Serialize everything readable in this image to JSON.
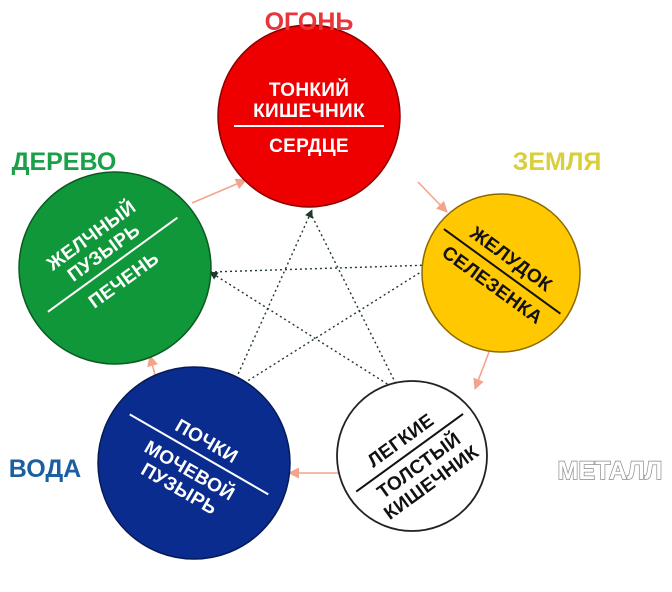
{
  "elements": {
    "fire": {
      "label": "ОГОНЬ",
      "organs_top": [
        "ТОНКИЙ",
        "КИШЕЧНИК"
      ],
      "organs_bottom": [
        "СЕРДЦЕ"
      ],
      "color": "#ee0000",
      "label_color": "#e8343a"
    },
    "earth": {
      "label": "ЗЕМЛЯ",
      "organs_top": [
        "ЖЕЛУДОК"
      ],
      "organs_bottom": [
        "СЕЛЕЗЕНКА"
      ],
      "color": "#ffc800",
      "label_color": "#d9cf3a"
    },
    "metal": {
      "label": "МЕТАЛЛ",
      "organs_top": [
        "ЛЕГКИЕ"
      ],
      "organs_bottom": [
        "ТОЛСТЫЙ",
        "КИШЕЧНИК"
      ],
      "color": "#ffffff",
      "label_color": "#ffffff"
    },
    "water": {
      "label": "ВОДА",
      "organs_top": [
        "ПОЧКИ"
      ],
      "organs_bottom": [
        "МОЧЕВОЙ",
        "ПУЗЫРЬ"
      ],
      "color": "#0a2c8f",
      "label_color": "#1c5fa0"
    },
    "wood": {
      "label": "ДЕРЕВО",
      "organs_top": [
        "ЖЕЛЧНЫЙ",
        "ПУЗЫРЬ"
      ],
      "organs_bottom": [
        "ПЕЧЕНЬ"
      ],
      "color": "#10973a",
      "label_color": "#1aa048"
    }
  },
  "colors": {
    "cycle_arrow": "#f4a48c",
    "star_arrow": "#1f3a2a"
  }
}
